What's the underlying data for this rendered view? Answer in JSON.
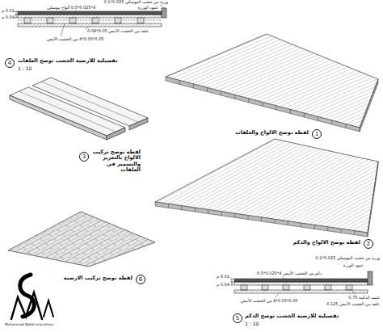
{
  "diagram": {
    "nodes": [
      {
        "text": [
          "4"
        ]
      },
      {
        "text": [
          "1"
        ]
      },
      {
        "text": [
          "3"
        ]
      },
      {
        "text": [
          "2"
        ]
      },
      {
        "text": [
          "6"
        ]
      },
      {
        "text": [
          "5"
        ]
      }
    ],
    "labels": [
      "وزرة من خشب الموسكي 0.025*0.1",
      "عمود الوزرة",
      "0.01 م",
      "4*0.025*0.5 ألواح موسكي",
      "0.04 م",
      "علفة من الخشب الأبيض 0.05*0.08",
      "0.05*0.05*4 من الخشب الأبيض",
      "تفصيلية للارضية الخشب توضح العلفات",
      "1 : 10",
      "لقطة توضح الالواح والعلفات",
      "لقطة توضح تركيب الالواح بالتعريز والتسمير في العلفات",
      "لقطة توضح الالواح والدكم",
      "لقطة توضح تركيب الارضية",
      "وزرة من خشب الموسكي 0.025*0.1",
      "عمود الوزرة",
      "0.01 م",
      "دكم من الخشب الأبيض 4*0.025*0.5",
      "0.04 م",
      "تثبيت الدكمة 0.75",
      "علفة من الخشب الأبيض 0.125",
      "0.05*0.05*4 من الخشب الأبيض",
      "تفصيلية للارضية الخشب توضح الدكم",
      "1 : 10",
      "Muhammad Walid Innovations"
    ]
  }
}
